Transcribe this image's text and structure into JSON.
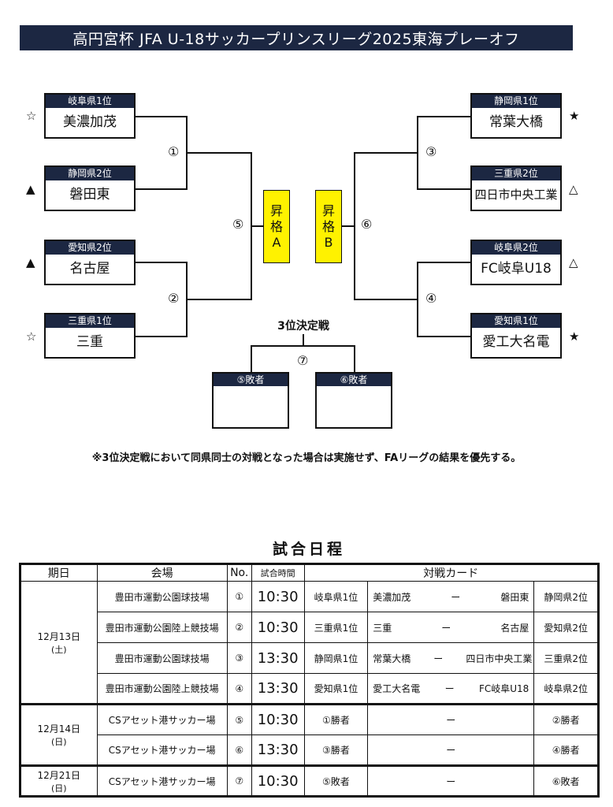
{
  "title": "高円宮杯 JFA U-18サッカープリンスリーグ2025東海プレーオフ",
  "bracket": {
    "left": [
      {
        "seed": "岐阜県1位",
        "team": "美濃加茂",
        "mark": "☆"
      },
      {
        "seed": "静岡県2位",
        "team": "磐田東",
        "mark": "▲"
      },
      {
        "seed": "愛知県2位",
        "team": "名古屋",
        "mark": "▲"
      },
      {
        "seed": "三重県1位",
        "team": "三重",
        "mark": "☆"
      }
    ],
    "right": [
      {
        "seed": "静岡県1位",
        "team": "常葉大橋",
        "mark": "★"
      },
      {
        "seed": "三重県2位",
        "team": "四日市中央工業",
        "mark": "△"
      },
      {
        "seed": "岐阜県2位",
        "team": "FC岐阜U18",
        "mark": "△"
      },
      {
        "seed": "愛知県1位",
        "team": "愛工大名電",
        "mark": "★"
      }
    ],
    "matches": [
      "①",
      "②",
      "③",
      "④",
      "⑤",
      "⑥",
      "⑦"
    ],
    "promo_a": [
      "昇",
      "格",
      "A"
    ],
    "promo_b": [
      "昇",
      "格",
      "B"
    ],
    "third_place_label": "3位決定戦",
    "third_left": "⑤敗者",
    "third_right": "⑥敗者"
  },
  "note": "※3位決定戦において同県同士の対戦となった場合は実施せず、FAリーグの結果を優先する。",
  "schedule": {
    "title": "試合日程",
    "headers": [
      "期日",
      "会場",
      "No.",
      "試合時間",
      "対戦カード"
    ],
    "days": [
      {
        "date": "12月13日",
        "dow": "(土)"
      },
      {
        "date": "12月14日",
        "dow": "(日)"
      },
      {
        "date": "12月21日",
        "dow": "(日)"
      }
    ],
    "rows": [
      {
        "venue": "豊田市運動公園球技場",
        "no": "①",
        "time": "10:30",
        "home_seed": "岐阜県1位",
        "home": "美濃加茂",
        "dash": "ー",
        "away": "磐田東",
        "away_seed": "静岡県2位"
      },
      {
        "venue": "豊田市運動公園陸上競技場",
        "no": "②",
        "time": "10:30",
        "home_seed": "三重県1位",
        "home": "三重",
        "dash": "ー",
        "away": "名古屋",
        "away_seed": "愛知県2位"
      },
      {
        "venue": "豊田市運動公園球技場",
        "no": "③",
        "time": "13:30",
        "home_seed": "静岡県1位",
        "home": "常葉大橋",
        "dash": "ー",
        "away": "四日市中央工業",
        "away_seed": "三重県2位"
      },
      {
        "venue": "豊田市運動公園陸上競技場",
        "no": "④",
        "time": "13:30",
        "home_seed": "愛知県1位",
        "home": "愛工大名電",
        "dash": "ー",
        "away": "FC岐阜U18",
        "away_seed": "岐阜県2位"
      },
      {
        "venue": "CSアセット港サッカー場",
        "no": "⑤",
        "time": "10:30",
        "home_seed": "①勝者",
        "dash": "ー",
        "away_seed": "②勝者"
      },
      {
        "venue": "CSアセット港サッカー場",
        "no": "⑥",
        "time": "13:30",
        "home_seed": "③勝者",
        "dash": "ー",
        "away_seed": "④勝者"
      },
      {
        "venue": "CSアセット港サッカー場",
        "no": "⑦",
        "time": "10:30",
        "home_seed": "⑤敗者",
        "dash": "ー",
        "away_seed": "⑥敗者"
      }
    ]
  }
}
